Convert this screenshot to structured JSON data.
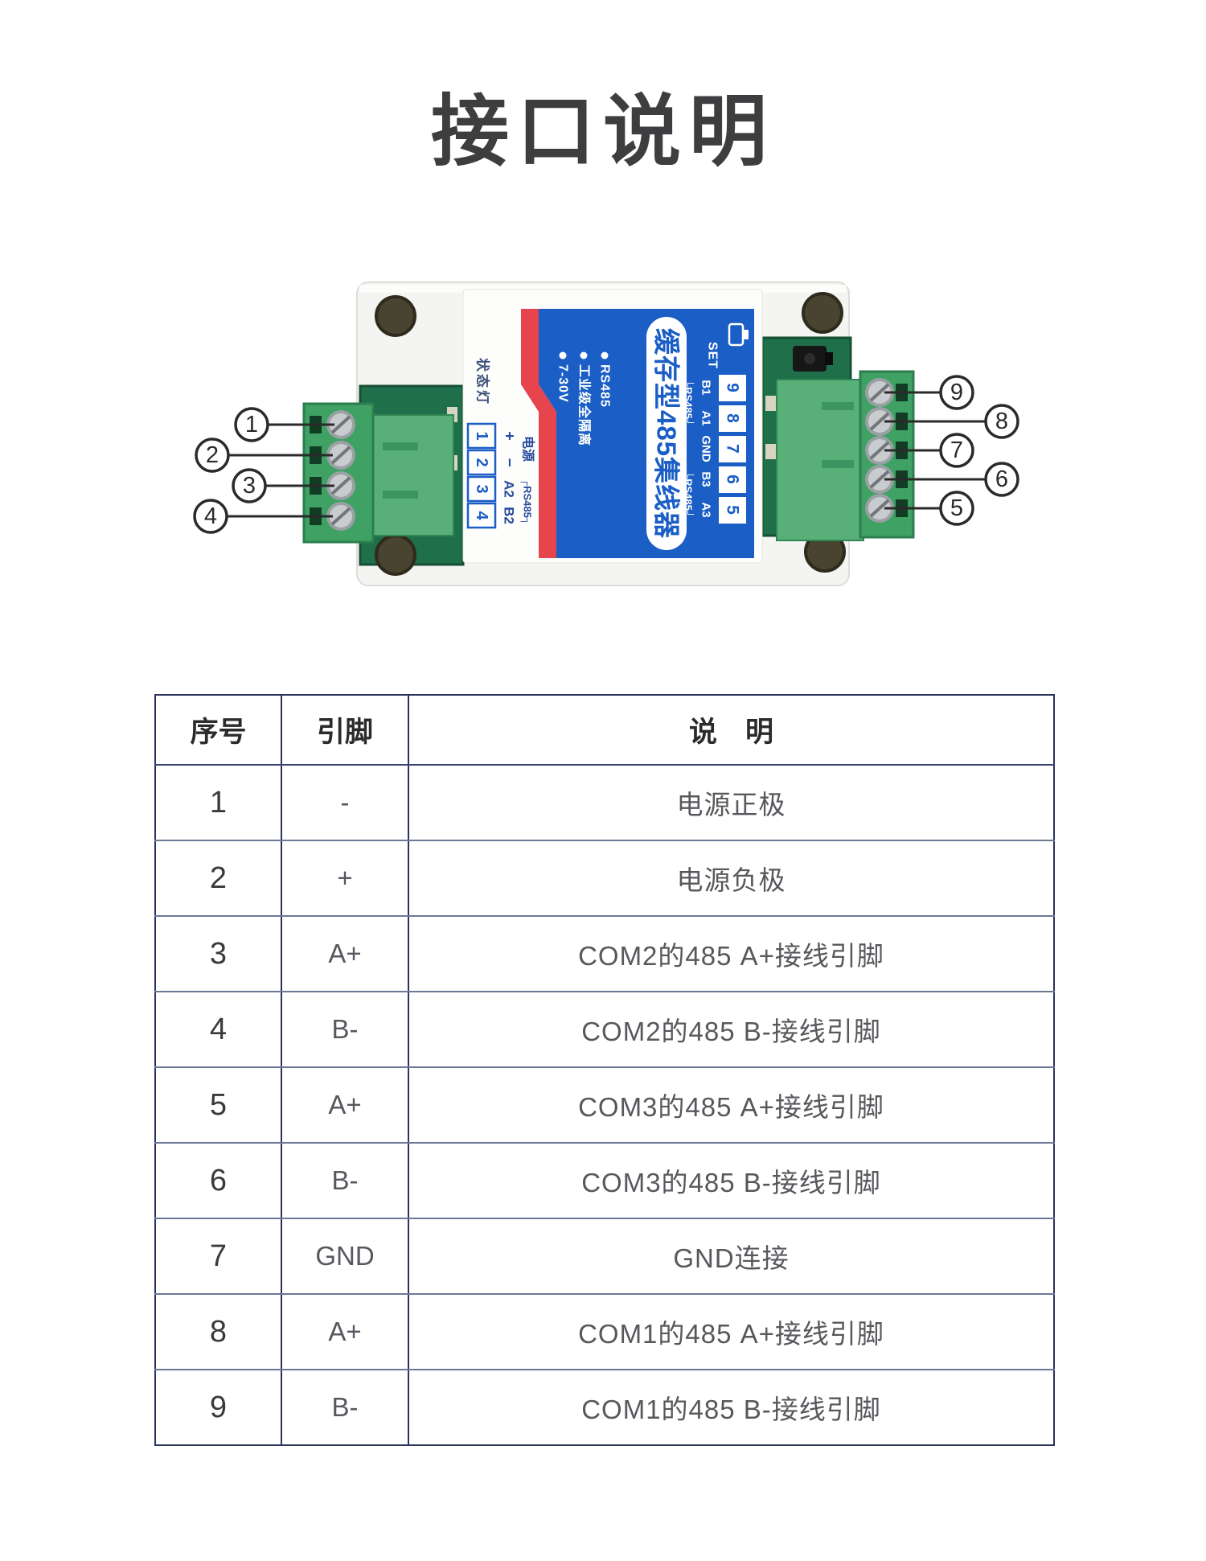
{
  "page": {
    "title": "接口说明"
  },
  "device": {
    "product_name": "缓存型485集线器",
    "set_label": "SET",
    "status_light_label": "状态灯",
    "features": [
      "RS485",
      "工业级全隔离",
      "7-30V"
    ],
    "power_group_label": "电源",
    "rs485_bracket_open": "┌RS485┐",
    "rs485_bracket_close": "└RS485┘",
    "left_port": {
      "boxes": [
        "1",
        "2",
        "3",
        "4"
      ],
      "pin_labels": [
        "+",
        "−",
        "A2",
        "B2"
      ]
    },
    "right_port": {
      "boxes": [
        "9",
        "8",
        "7",
        "6",
        "5"
      ],
      "pin_labels": [
        "B1",
        "A1",
        "GND",
        "B3",
        "A3"
      ]
    },
    "callouts_left": [
      "1",
      "2",
      "3",
      "4"
    ],
    "callouts_right": [
      "9",
      "8",
      "7",
      "6",
      "5"
    ]
  },
  "colors": {
    "label_blue": "#1a5ec6",
    "label_red": "#e6454e",
    "terminal_green": "#3fa164",
    "socket_green": "#58b078",
    "pcb_green": "#1f6f4a",
    "enclosure_white": "#f4f4f2",
    "table_border_dark": "#2a3359",
    "table_border_light": "#6d7795",
    "title_text": "#3e3e40"
  },
  "table": {
    "headers": [
      "序号",
      "引脚",
      "说　明"
    ],
    "rows": [
      {
        "no": "1",
        "pin": "-",
        "desc": "电源正极"
      },
      {
        "no": "2",
        "pin": "+",
        "desc": "电源负极"
      },
      {
        "no": "3",
        "pin": "A+",
        "desc": "COM2的485 A+接线引脚"
      },
      {
        "no": "4",
        "pin": "B-",
        "desc": "COM2的485 B-接线引脚"
      },
      {
        "no": "5",
        "pin": "A+",
        "desc": "COM3的485 A+接线引脚"
      },
      {
        "no": "6",
        "pin": "B-",
        "desc": "COM3的485 B-接线引脚"
      },
      {
        "no": "7",
        "pin": "GND",
        "desc": "GND连接"
      },
      {
        "no": "8",
        "pin": "A+",
        "desc": "COM1的485 A+接线引脚"
      },
      {
        "no": "9",
        "pin": "B-",
        "desc": "COM1的485 B-接线引脚"
      }
    ]
  }
}
